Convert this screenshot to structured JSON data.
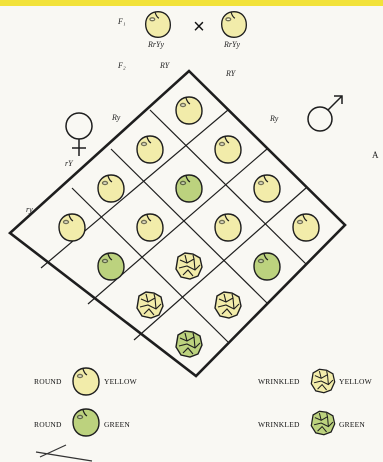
{
  "parents": {
    "f1_label": "F₁",
    "f2_label": "F₂",
    "left_genotype": "RrYy",
    "right_genotype": "RrYy",
    "cross_symbol": "×",
    "gamete_top": "RY"
  },
  "gametes": {
    "female_ry_label": "Ry",
    "female_rY_label": "rY",
    "female_ry2_label": "ry",
    "male_Ry_label": "Ry"
  },
  "side_fragment": "A",
  "legend": {
    "round": "ROUND",
    "wrinkled": "WRINKLED",
    "yellow": "YELLOW",
    "green": "GREEN"
  },
  "colors": {
    "yellow_pea": "#f2ecaa",
    "green_pea": "#bcd27e",
    "outline": "#1e1e1e",
    "banner": "#f2e23a"
  },
  "grid": {
    "note": "cells listed row by row along the diagonal layout",
    "cells": [
      {
        "r": 0,
        "c": 0,
        "shape": "round",
        "color": "yellow"
      },
      {
        "r": 0,
        "c": 1,
        "shape": "round",
        "color": "yellow"
      },
      {
        "r": 0,
        "c": 2,
        "shape": "round",
        "color": "yellow"
      },
      {
        "r": 0,
        "c": 3,
        "shape": "round",
        "color": "yellow"
      },
      {
        "r": 1,
        "c": 0,
        "shape": "round",
        "color": "yellow"
      },
      {
        "r": 1,
        "c": 1,
        "shape": "round",
        "color": "green"
      },
      {
        "r": 1,
        "c": 2,
        "shape": "round",
        "color": "yellow"
      },
      {
        "r": 1,
        "c": 3,
        "shape": "round",
        "color": "green"
      },
      {
        "r": 2,
        "c": 0,
        "shape": "round",
        "color": "yellow"
      },
      {
        "r": 2,
        "c": 1,
        "shape": "round",
        "color": "yellow"
      },
      {
        "r": 2,
        "c": 2,
        "shape": "wrinkled",
        "color": "yellow"
      },
      {
        "r": 2,
        "c": 3,
        "shape": "wrinkled",
        "color": "yellow"
      },
      {
        "r": 3,
        "c": 0,
        "shape": "round",
        "color": "yellow"
      },
      {
        "r": 3,
        "c": 1,
        "shape": "round",
        "color": "green"
      },
      {
        "r": 3,
        "c": 2,
        "shape": "wrinkled",
        "color": "yellow"
      },
      {
        "r": 3,
        "c": 3,
        "shape": "wrinkled",
        "color": "green"
      }
    ]
  }
}
